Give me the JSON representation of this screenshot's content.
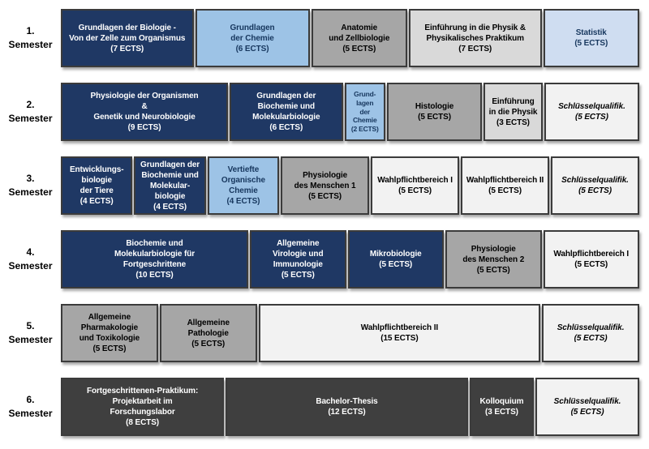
{
  "palette": {
    "navy": {
      "bg": "#1F3864",
      "fg": "#FFFFFF"
    },
    "blue": {
      "bg": "#9DC3E6",
      "fg": "#17375E"
    },
    "paleblue": {
      "bg": "#CFDDF1",
      "fg": "#17375E"
    },
    "gray": {
      "bg": "#A6A6A6",
      "fg": "#000000"
    },
    "lightgray": {
      "bg": "#D9D9D9",
      "fg": "#000000"
    },
    "white": {
      "bg": "#F2F2F2",
      "fg": "#000000"
    },
    "charcoal": {
      "bg": "#3F3F3F",
      "fg": "#FFFFFF"
    },
    "border": "#3B3B3B"
  },
  "semesters": [
    {
      "label": "1.\nSemester",
      "blocks": [
        {
          "title": "Grundlagen der Biologie -\nVon der Zelle zum Organismus\n(7 ECTS)",
          "ects": 7,
          "style": "navy"
        },
        {
          "title": "Grundlagen\nder Chemie\n(6 ECTS)",
          "ects": 6,
          "style": "blue"
        },
        {
          "title": "Anatomie\nund Zellbiologie\n(5 ECTS)",
          "ects": 5,
          "style": "gray"
        },
        {
          "title": "Einführung in die Physik &\nPhysikalisches Praktikum\n(7 ECTS)",
          "ects": 7,
          "style": "lightgray"
        },
        {
          "title": "Statistik\n(5 ECTS)",
          "ects": 5,
          "style": "paleblue"
        }
      ]
    },
    {
      "label": "2.\nSemester",
      "blocks": [
        {
          "title": "Physiologie der Organismen\n&\nGenetik und Neurobiologie\n(9 ECTS)",
          "ects": 9,
          "style": "navy"
        },
        {
          "title": "Grundlagen der\nBiochemie und\nMolekularbiologie\n(6 ECTS)",
          "ects": 6,
          "style": "navy"
        },
        {
          "title": "Grund-\nlagen\nder\nChemie\n(2 ECTS)",
          "ects": 2,
          "style": "blue",
          "small": true
        },
        {
          "title": "Histologie\n(5 ECTS)",
          "ects": 5,
          "style": "gray"
        },
        {
          "title": "Einführung\nin die Physik\n(3 ECTS)",
          "ects": 3,
          "style": "lightgray"
        },
        {
          "title": "Schlüsselqualifik.\n(5 ECTS)",
          "ects": 5,
          "style": "white",
          "italic": true
        }
      ]
    },
    {
      "label": "3.\nSemester",
      "blocks": [
        {
          "title": "Entwicklungs-\nbiologie\nder Tiere\n(4 ECTS)",
          "ects": 4,
          "style": "navy"
        },
        {
          "title": "Grundlagen der\nBiochemie und\nMolekular-\nbiologie\n(4 ECTS)",
          "ects": 4,
          "style": "navy"
        },
        {
          "title": "Vertiefte\nOrganische\nChemie\n(4 ECTS)",
          "ects": 4,
          "style": "blue"
        },
        {
          "title": "Physiologie\ndes Menschen 1\n(5 ECTS)",
          "ects": 5,
          "style": "gray"
        },
        {
          "title": "Wahlpflichtbereich I\n(5 ECTS)",
          "ects": 5,
          "style": "white"
        },
        {
          "title": "Wahlpflichtbereich II\n(5 ECTS)",
          "ects": 5,
          "style": "white"
        },
        {
          "title": "Schlüsselqualifik.\n(5 ECTS)",
          "ects": 5,
          "style": "white",
          "italic": true
        }
      ]
    },
    {
      "label": "4.\nSemester",
      "blocks": [
        {
          "title": "Biochemie und\nMolekularbiologie für\nFortgeschrittene\n(10 ECTS)",
          "ects": 10,
          "style": "navy"
        },
        {
          "title": "Allgemeine\nVirologie und\nImmunologie\n(5 ECTS)",
          "ects": 5,
          "style": "navy"
        },
        {
          "title": "Mikrobiologie\n(5 ECTS)",
          "ects": 5,
          "style": "navy"
        },
        {
          "title": "Physiologie\ndes Menschen 2\n(5 ECTS)",
          "ects": 5,
          "style": "gray"
        },
        {
          "title": "Wahlpflichtbereich I\n(5 ECTS)",
          "ects": 5,
          "style": "white"
        }
      ]
    },
    {
      "label": "5.\nSemester",
      "blocks": [
        {
          "title": "Allgemeine\nPharmakologie\nund Toxikologie\n(5 ECTS)",
          "ects": 5,
          "style": "gray"
        },
        {
          "title": "Allgemeine\nPathologie\n(5 ECTS)",
          "ects": 5,
          "style": "gray"
        },
        {
          "title": "Wahlpflichtbereich II\n(15 ECTS)",
          "ects": 15,
          "style": "white"
        },
        {
          "title": "Schlüsselqualifik.\n(5 ECTS)",
          "ects": 5,
          "style": "white",
          "italic": true
        }
      ]
    },
    {
      "label": "6.\nSemester",
      "blocks": [
        {
          "title": "Fortgeschrittenen-Praktikum:\nProjektarbeit im\nForschungslabor\n(8 ECTS)",
          "ects": 8,
          "style": "charcoal"
        },
        {
          "title": "Bachelor-Thesis\n(12 ECTS)",
          "ects": 12,
          "style": "charcoal"
        },
        {
          "title": "Kolloquium\n(3 ECTS)",
          "ects": 3,
          "style": "charcoal"
        },
        {
          "title": "Schlüsselqualifik.\n(5 ECTS)",
          "ects": 5,
          "style": "white",
          "italic": true
        }
      ]
    }
  ]
}
